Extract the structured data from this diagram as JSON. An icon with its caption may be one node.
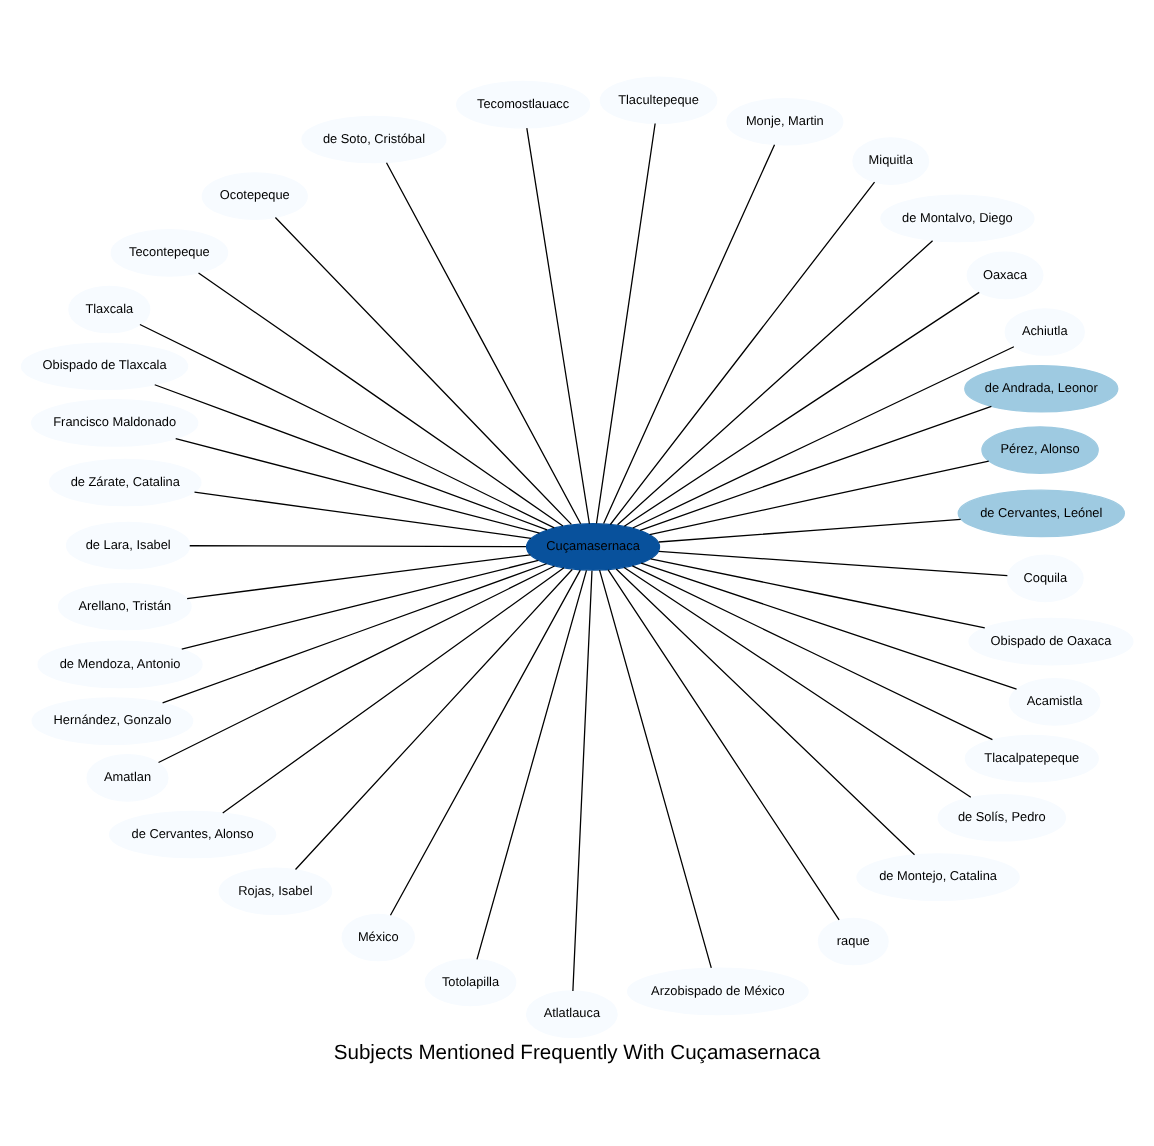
{
  "diagram": {
    "title": "Subjects Mentioned Frequently With Cuçamasernaca",
    "nodes": [
      {
        "text": [
          "Cuçamasernaca"
        ]
      },
      {
        "text": [
          "de Cervantes, Leónel"
        ]
      },
      {
        "text": [
          "Pérez, Alonso"
        ]
      },
      {
        "text": [
          "de Andrada, Leonor"
        ]
      },
      {
        "text": [
          "Achiutla"
        ]
      },
      {
        "text": [
          "Oaxaca"
        ]
      },
      {
        "text": [
          "de Montalvo, Diego"
        ]
      },
      {
        "text": [
          "Miquitla"
        ]
      },
      {
        "text": [
          "Monje, Martin"
        ]
      },
      {
        "text": [
          "Tlacultepeque"
        ]
      },
      {
        "text": [
          "Tecomostlauacc"
        ]
      },
      {
        "text": [
          "de Soto, Cristóbal"
        ]
      },
      {
        "text": [
          "Ocotepeque"
        ]
      },
      {
        "text": [
          "Tecontepeque"
        ]
      },
      {
        "text": [
          "Tlaxcala"
        ]
      },
      {
        "text": [
          "Obispado de Tlaxcala"
        ]
      },
      {
        "text": [
          "Francisco Maldonado"
        ]
      },
      {
        "text": [
          "de Zárate, Catalina"
        ]
      },
      {
        "text": [
          "de Lara, Isabel"
        ]
      },
      {
        "text": [
          "Arellano, Tristán"
        ]
      },
      {
        "text": [
          "de Mendoza, Antonio"
        ]
      },
      {
        "text": [
          "Hernández, Gonzalo"
        ]
      },
      {
        "text": [
          "Amatlan"
        ]
      },
      {
        "text": [
          "de Cervantes, Alonso"
        ]
      },
      {
        "text": [
          "Rojas, Isabel"
        ]
      },
      {
        "text": [
          "México"
        ]
      },
      {
        "text": [
          "Totolapilla"
        ]
      },
      {
        "text": [
          "Atlatlauca"
        ]
      },
      {
        "text": [
          "Arzobispado de México"
        ]
      },
      {
        "text": [
          "raque"
        ]
      },
      {
        "text": [
          "de Montejo, Catalina"
        ]
      },
      {
        "text": [
          "de Solís, Pedro"
        ]
      },
      {
        "text": [
          "Tlacalpatepeque"
        ]
      },
      {
        "text": [
          "Acamistla"
        ]
      },
      {
        "text": [
          "Obispado de Oaxaca"
        ]
      },
      {
        "text": [
          "Coquila"
        ]
      }
    ],
    "edges": [
      {
        "from": 0,
        "to": 1,
        "arrow": "none"
      },
      {
        "from": 0,
        "to": 2,
        "arrow": "none"
      },
      {
        "from": 0,
        "to": 3,
        "arrow": "none"
      },
      {
        "from": 0,
        "to": 4,
        "arrow": "none"
      },
      {
        "from": 0,
        "to": 5,
        "arrow": "none"
      },
      {
        "from": 0,
        "to": 6,
        "arrow": "none"
      },
      {
        "from": 0,
        "to": 7,
        "arrow": "none"
      },
      {
        "from": 0,
        "to": 8,
        "arrow": "none"
      },
      {
        "from": 0,
        "to": 9,
        "arrow": "none"
      },
      {
        "from": 0,
        "to": 10,
        "arrow": "none"
      },
      {
        "from": 0,
        "to": 11,
        "arrow": "none"
      },
      {
        "from": 0,
        "to": 12,
        "arrow": "none"
      },
      {
        "from": 0,
        "to": 13,
        "arrow": "none"
      },
      {
        "from": 0,
        "to": 14,
        "arrow": "none"
      },
      {
        "from": 0,
        "to": 15,
        "arrow": "none"
      },
      {
        "from": 0,
        "to": 16,
        "arrow": "none"
      },
      {
        "from": 0,
        "to": 17,
        "arrow": "none"
      },
      {
        "from": 0,
        "to": 18,
        "arrow": "none"
      },
      {
        "from": 0,
        "to": 19,
        "arrow": "none"
      },
      {
        "from": 0,
        "to": 20,
        "arrow": "none"
      },
      {
        "from": 0,
        "to": 21,
        "arrow": "none"
      },
      {
        "from": 0,
        "to": 22,
        "arrow": "none"
      },
      {
        "from": 0,
        "to": 23,
        "arrow": "none"
      },
      {
        "from": 0,
        "to": 24,
        "arrow": "none"
      },
      {
        "from": 0,
        "to": 25,
        "arrow": "none"
      },
      {
        "from": 0,
        "to": 26,
        "arrow": "none"
      },
      {
        "from": 0,
        "to": 27,
        "arrow": "none"
      },
      {
        "from": 0,
        "to": 28,
        "arrow": "none"
      },
      {
        "from": 0,
        "to": 29,
        "arrow": "none"
      },
      {
        "from": 0,
        "to": 30,
        "arrow": "none"
      },
      {
        "from": 0,
        "to": 31,
        "arrow": "none"
      },
      {
        "from": 0,
        "to": 32,
        "arrow": "none"
      },
      {
        "from": 0,
        "to": 33,
        "arrow": "none"
      },
      {
        "from": 0,
        "to": 34,
        "arrow": "none"
      },
      {
        "from": 0,
        "to": 35,
        "arrow": "none"
      }
    ]
  }
}
